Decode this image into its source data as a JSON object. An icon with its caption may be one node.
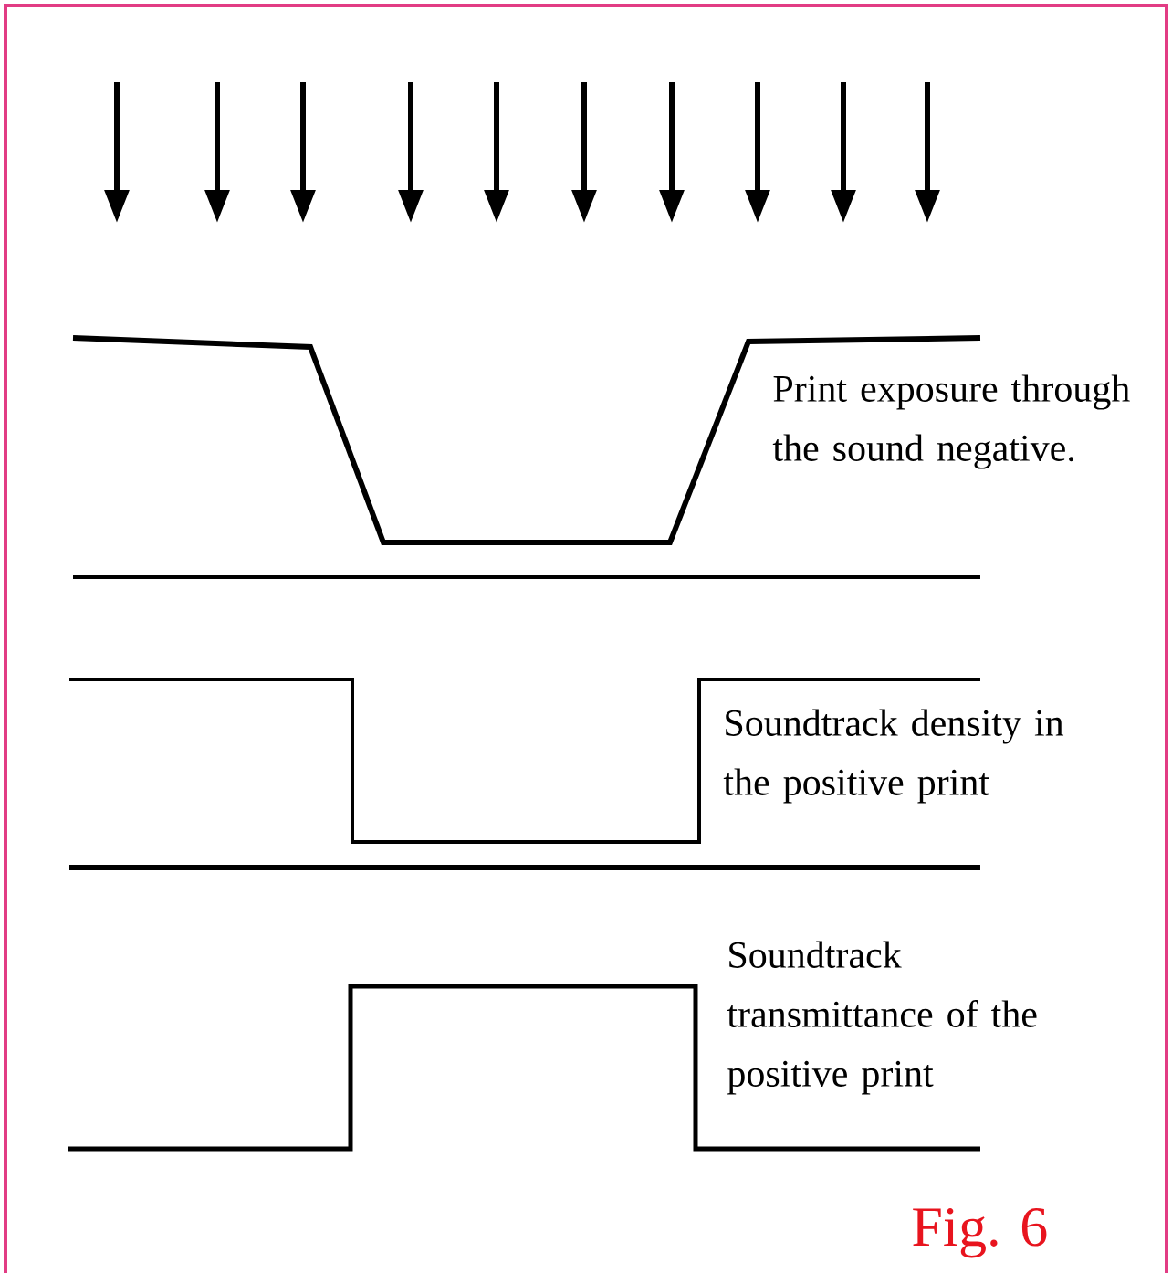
{
  "diagram": {
    "caption": "Fig. 6",
    "labels": [
      "Print exposure through the sound negative.",
      "Soundtrack density in the positive print",
      "Soundtrack transmittance of the positive print"
    ]
  }
}
